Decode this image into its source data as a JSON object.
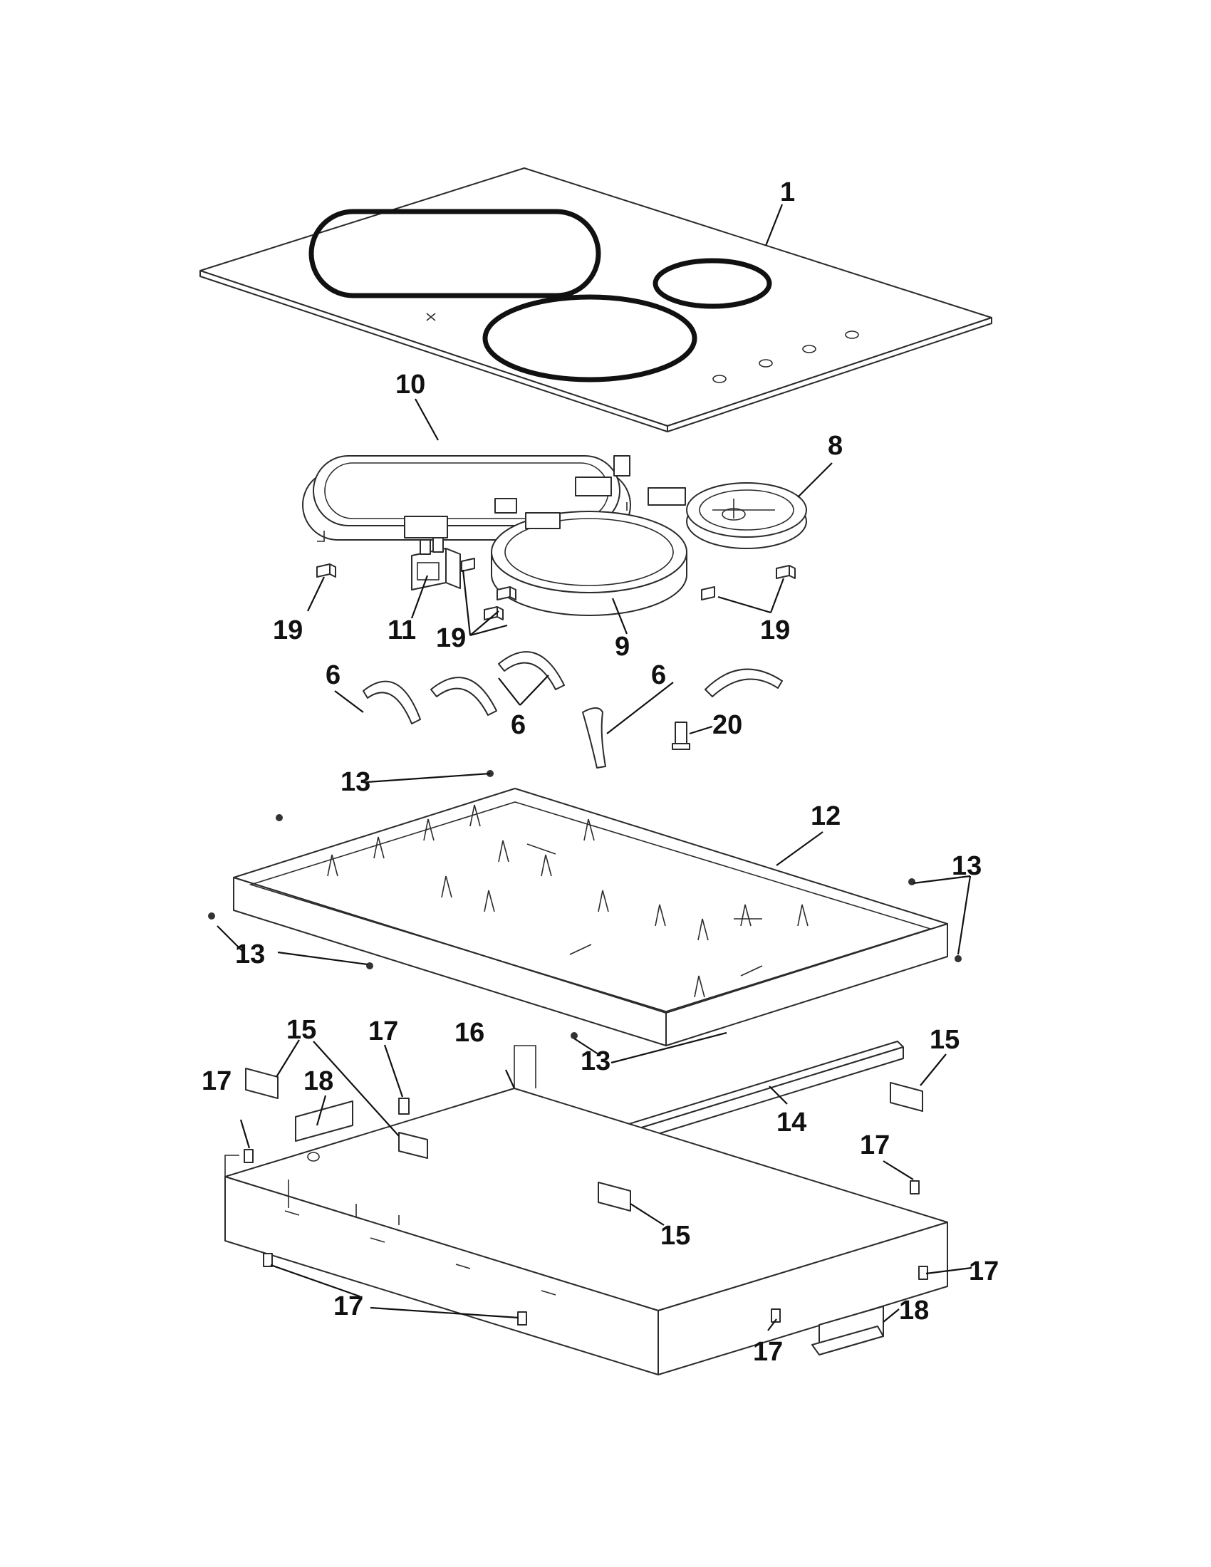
{
  "callouts": [
    "1",
    "10",
    "8",
    "19",
    "11",
    "19",
    "9",
    "19",
    "6",
    "6",
    "6",
    "20",
    "13",
    "12",
    "13",
    "13",
    "13",
    "15",
    "17",
    "16",
    "15",
    "18",
    "17",
    "14",
    "17",
    "15",
    "17",
    "18",
    "17",
    "17"
  ],
  "colors": {
    "line": "#2b2b2b",
    "background": "#ffffff"
  }
}
